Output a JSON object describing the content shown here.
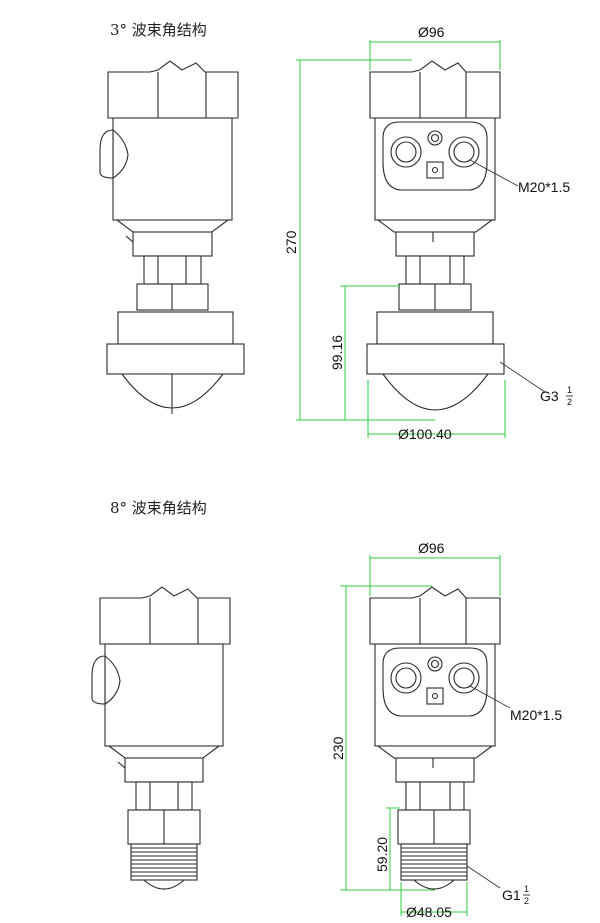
{
  "sections": [
    {
      "caption": "3°  波束角结构",
      "dims": {
        "width_top": "Ø96",
        "height_total": "270",
        "height_lower": "99.16",
        "bottom_dia": "Ø100.40",
        "cable_thread": "M20*1.5",
        "thread_main": "G3",
        "thread_num": "1",
        "thread_den": "2"
      }
    },
    {
      "caption": "8°  波束角结构",
      "dims": {
        "width_top": "Ø96",
        "height_total": "230",
        "height_lower": "59.20",
        "bottom_dia": "Ø48.05",
        "cable_thread": "M20*1.5",
        "thread_main": "G1",
        "thread_num": "1",
        "thread_den": "2"
      }
    }
  ],
  "colors": {
    "dimension_line": "#2ecc40",
    "outline": "#2a2a2a"
  }
}
